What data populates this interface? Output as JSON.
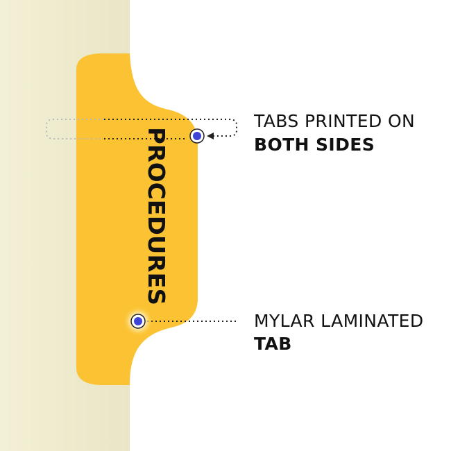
{
  "tab_label": "PROCEDURES",
  "callouts": [
    {
      "line1": "TABS PRINTED ON",
      "line2": "BOTH SIDES"
    },
    {
      "line1": "MYLAR LAMINATED",
      "line2": "TAB"
    }
  ],
  "colors": {
    "sheet": "#ede9cc",
    "tab": "#fbc333",
    "label": "#111111",
    "marker_fill": "#3d44d6",
    "marker_halo": "#fde9a8"
  }
}
